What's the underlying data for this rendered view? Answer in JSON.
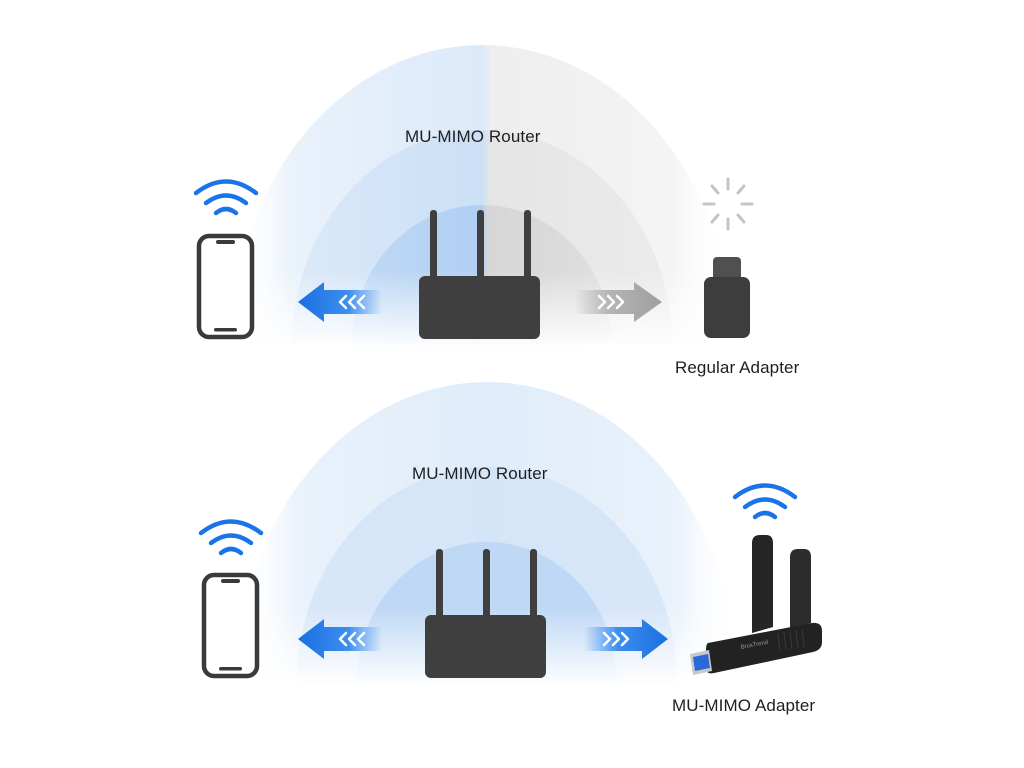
{
  "top_scene": {
    "router_label": "MU-MIMO Router",
    "adapter_label": "Regular Adapter"
  },
  "bottom_scene": {
    "router_label": "MU-MIMO Router",
    "adapter_label": "MU-MIMO Adapter",
    "adapter_brand": "BrosTrend"
  },
  "colors": {
    "signal_blue": "#1a74e8",
    "arrow_gray": "#a8a8a8",
    "device_dark": "#3d3d3d",
    "halo_blue": "#dbe9f9",
    "halo_gray": "#ececec"
  },
  "icons": [
    "wifi-icon",
    "phone-icon",
    "router-icon",
    "usb-adapter-icon",
    "loading-spinner-icon",
    "arrow-left-icon",
    "arrow-right-icon"
  ]
}
